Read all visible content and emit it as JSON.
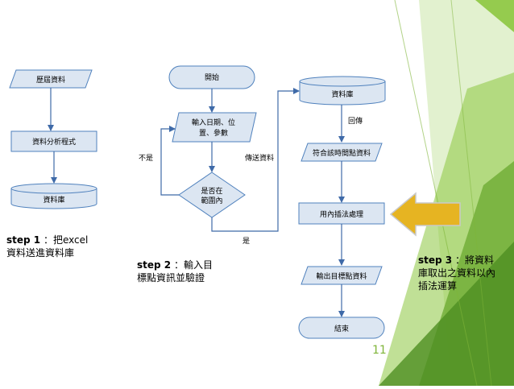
{
  "slide": {
    "page_number": "11",
    "theme_colors": {
      "accent_green": "#8dc63f",
      "accent_dark": "#5c9a2a",
      "shape_fill": "#dce6f2",
      "shape_stroke": "#4f81bd",
      "arrow_fill": "#e6b422"
    }
  },
  "flow1": {
    "history_data": "歷屆資料",
    "analysis_program": "資料分析程式",
    "database": "資料庫"
  },
  "flow2": {
    "start": "開始",
    "input_line1": "輸入日期、位",
    "input_line2": "置、參數",
    "decision_line1": "是否在",
    "decision_line2": "範圍內",
    "no_label": "不是",
    "yes_label": "是",
    "send_label": "傳送資料"
  },
  "flow3": {
    "database": "資料庫",
    "return_label": "回傳",
    "match_time": "符合該時間點資料",
    "interpolation": "用內插法處理",
    "output": "輸出目標點資料",
    "end": "結束"
  },
  "steps": {
    "step1_head": "step 1",
    "step1_tail": "：把excel",
    "step1_line2": "資料送進資料庫",
    "step2_head": "step 2",
    "step2_tail": "：輸入目",
    "step2_line2": "標點資訊並驗證",
    "step3_head": "step 3",
    "step3_tail": "：將資料",
    "step3_line2": "庫取出之資料以內",
    "step3_line3": "插法運算"
  }
}
